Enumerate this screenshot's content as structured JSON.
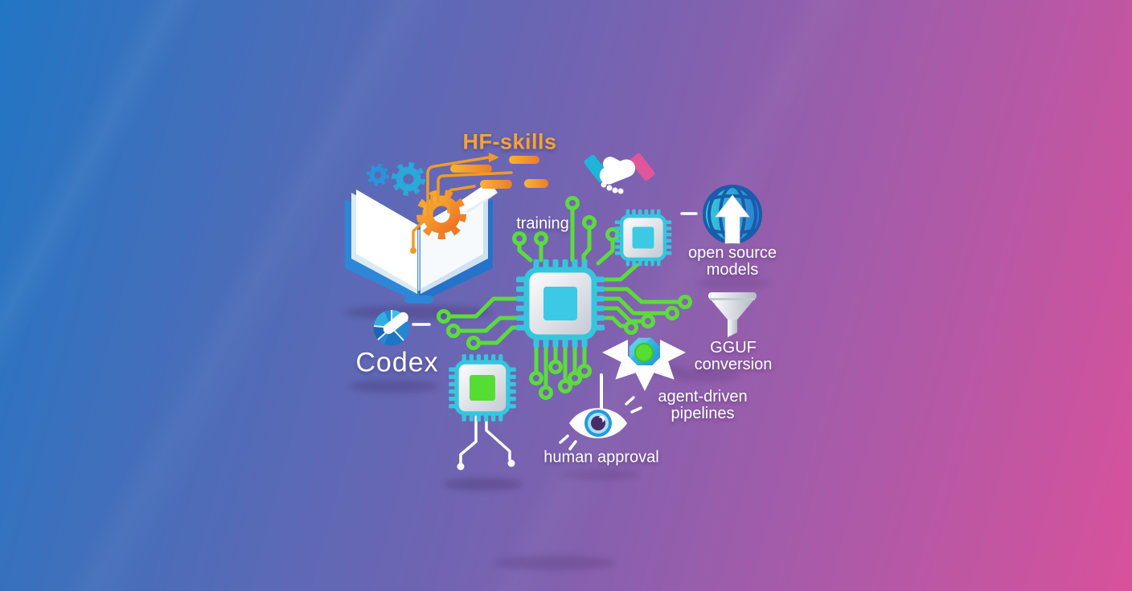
{
  "illustration": {
    "labels": {
      "hf_skills": "HF-skills",
      "training": "training",
      "codex": "Codex",
      "open_source_models": {
        "line1": "open source",
        "line2": "models"
      },
      "gguf_conversion": {
        "line1": "GGUF",
        "line2": "conversion"
      },
      "agent_driven_pipelines": {
        "line1": "agent-driven",
        "line2": "pipelines"
      },
      "human_approval": "human approval"
    },
    "icons": [
      "open-book-with-gears-icon",
      "codex-sphere-icon",
      "cpu-chip-icon",
      "handshake-icon",
      "globe-upload-icon",
      "funnel-icon",
      "hexagon-node-icon",
      "eye-icon"
    ],
    "colors": {
      "background_start": "#2176c4",
      "background_mid": "#7b62b0",
      "background_end": "#d8519b",
      "trace_green": "#5bdc3c",
      "accent_orange": "#f29a2e",
      "chip_teal": "#35c6de",
      "handshake_teal": "#1fb5d8",
      "handshake_pink": "#e1559b",
      "label_white": "#ffffff"
    }
  }
}
